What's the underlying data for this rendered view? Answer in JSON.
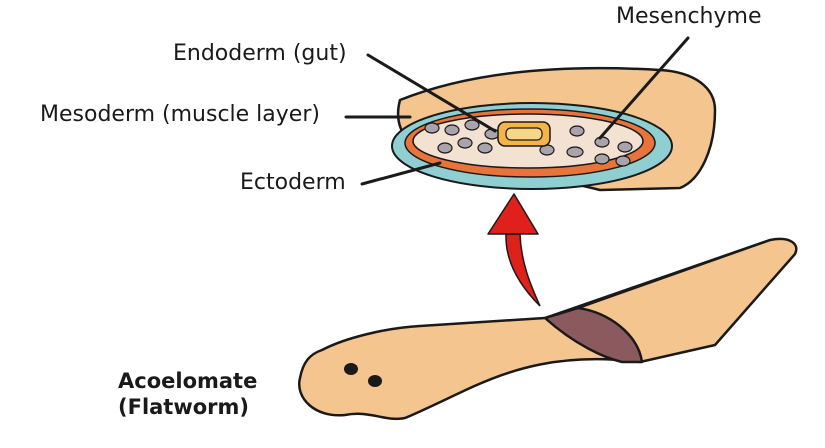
{
  "labels": {
    "mesenchyme": "Mesenchyme",
    "endoderm": "Endoderm (gut)",
    "mesoderm": "Mesoderm (muscle layer)",
    "ectoderm": "Ectoderm",
    "organism_line1": "Acoelomate",
    "organism_line2": "(Flatworm)"
  },
  "colors": {
    "body_skin": "#f5c58f",
    "outline": "#1a1a1a",
    "ectoderm_layer": "#8fcfd1",
    "mesoderm_layer": "#e8743b",
    "mesenchyme_fill": "#f3e2d2",
    "cell_fill": "#a9a3ab",
    "gut_outer": "#f4b446",
    "gut_inner": "#f7d589",
    "cut_face": "#8b5a5e",
    "arrow_red": "#e0201b"
  }
}
